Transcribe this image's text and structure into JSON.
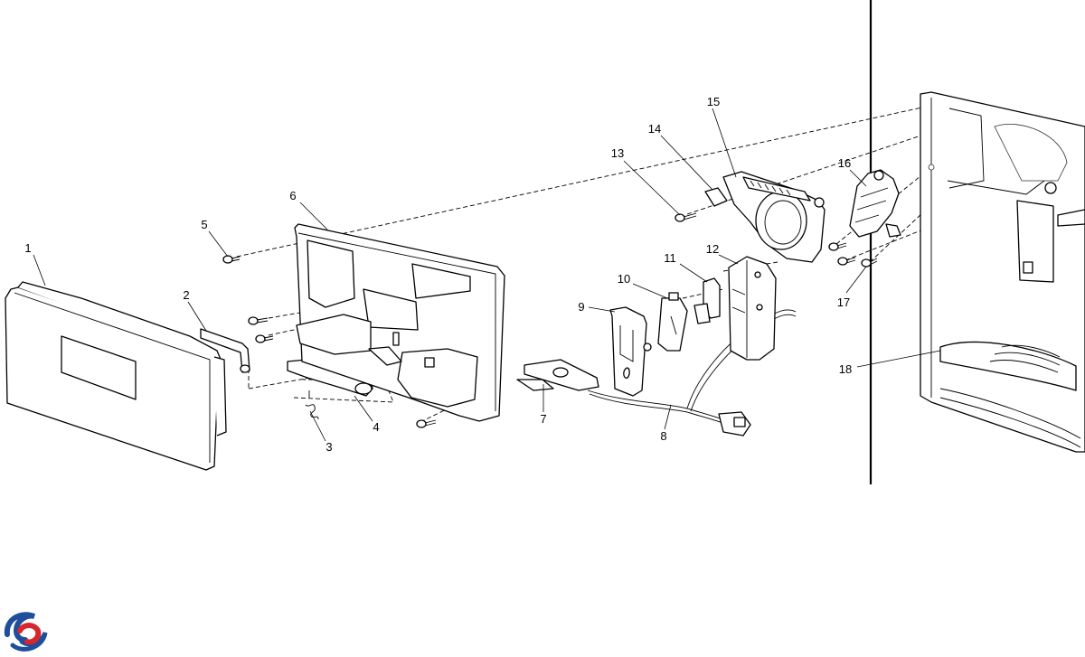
{
  "diagram": {
    "callouts": [
      {
        "id": "1",
        "text": "1"
      },
      {
        "id": "2",
        "text": "2"
      },
      {
        "id": "3",
        "text": "3"
      },
      {
        "id": "4",
        "text": "4"
      },
      {
        "id": "5",
        "text": "5"
      },
      {
        "id": "6",
        "text": "6"
      },
      {
        "id": "7",
        "text": "7"
      },
      {
        "id": "8",
        "text": "8"
      },
      {
        "id": "9",
        "text": "9"
      },
      {
        "id": "10",
        "text": "10"
      },
      {
        "id": "11",
        "text": "11"
      },
      {
        "id": "12",
        "text": "12"
      },
      {
        "id": "13",
        "text": "13"
      },
      {
        "id": "14",
        "text": "14"
      },
      {
        "id": "15",
        "text": "15"
      },
      {
        "id": "16",
        "text": "16"
      },
      {
        "id": "17",
        "text": "17"
      },
      {
        "id": "18",
        "text": "18"
      }
    ]
  },
  "logo": {
    "icon": "brand-swirl-icon",
    "colors": {
      "blue": "#1f4e9a",
      "red": "#d8262e"
    }
  }
}
